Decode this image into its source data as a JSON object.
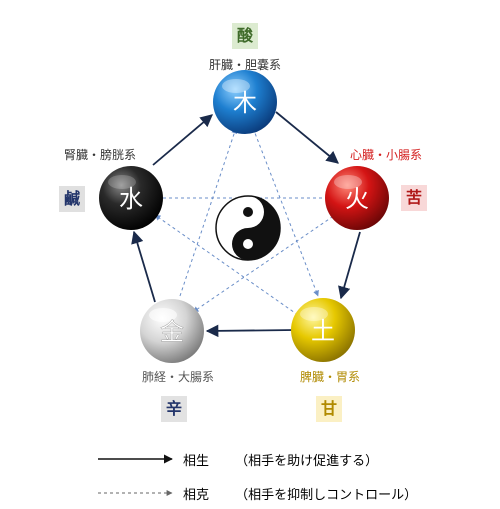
{
  "elements": {
    "wood": {
      "symbol": "木",
      "organ": "肝臓・胆嚢系",
      "taste": "酸",
      "organ_color": "#333333",
      "taste_bg": "#dcebd0",
      "taste_color": "#3f6b2a",
      "sphere": "#1e7fd0"
    },
    "fire": {
      "symbol": "火",
      "organ": "心臓・小腸系",
      "taste": "苦",
      "organ_color": "#d42020",
      "taste_bg": "#f8d8d8",
      "taste_color": "#b01818",
      "sphere": "#d41414"
    },
    "earth": {
      "symbol": "土",
      "organ": "脾臓・胃系",
      "taste": "甘",
      "organ_color": "#b08a00",
      "taste_bg": "#fbf0c4",
      "taste_color": "#b08a00",
      "sphere": "#e6c800"
    },
    "metal": {
      "symbol": "金",
      "organ": "肺経・大腸系",
      "taste": "辛",
      "organ_color": "#555555",
      "taste_bg": "#e2e2e2",
      "taste_color": "#23356b",
      "sphere": "#bbbbbb"
    },
    "water": {
      "symbol": "水",
      "organ": "腎臓・膀胱系",
      "taste": "鹹",
      "organ_color": "#333333",
      "taste_bg": "#e0e0e0",
      "taste_color": "#23356b",
      "sphere": "#222222"
    }
  },
  "legend": {
    "generating": {
      "label": "相生",
      "description": "（相手を助け促進する）"
    },
    "controlling": {
      "label": "相克",
      "description": "（相手を抑制しコントロール）"
    }
  },
  "colors": {
    "generating_arrow": "#1a2a4a",
    "controlling_arrow": "#6a8ec8"
  }
}
